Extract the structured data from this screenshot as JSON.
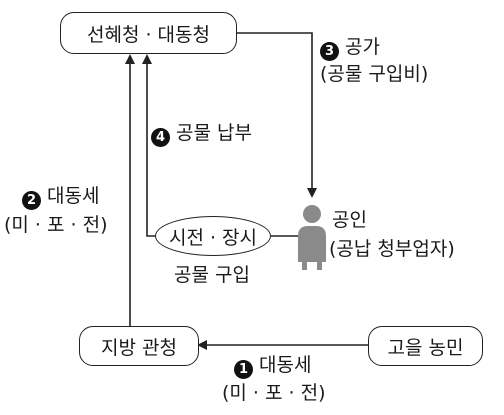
{
  "nodes": {
    "central": "선혜청 · 대동청",
    "local": "지방 관청",
    "farmers": "고을 농민",
    "market": "시전 · 장시",
    "merchant_title": "공인",
    "merchant_sub": "(공납 청부업자)"
  },
  "edges": {
    "step1": {
      "marker": "❶",
      "label": "대동세",
      "sub": "(미 · 포 · 전)"
    },
    "step2": {
      "marker": "❷",
      "label": "대동세",
      "sub": "(미 · 포 · 전)"
    },
    "step3": {
      "marker": "❸",
      "label": "공가",
      "sub": "(공물 구입비)"
    },
    "step4": {
      "marker": "❹",
      "label": "공물 납부"
    },
    "market_label": "공물 구입"
  },
  "colors": {
    "line": "#222222",
    "person": "#8a8a8a"
  },
  "icons": {
    "merchant": "person-icon"
  }
}
